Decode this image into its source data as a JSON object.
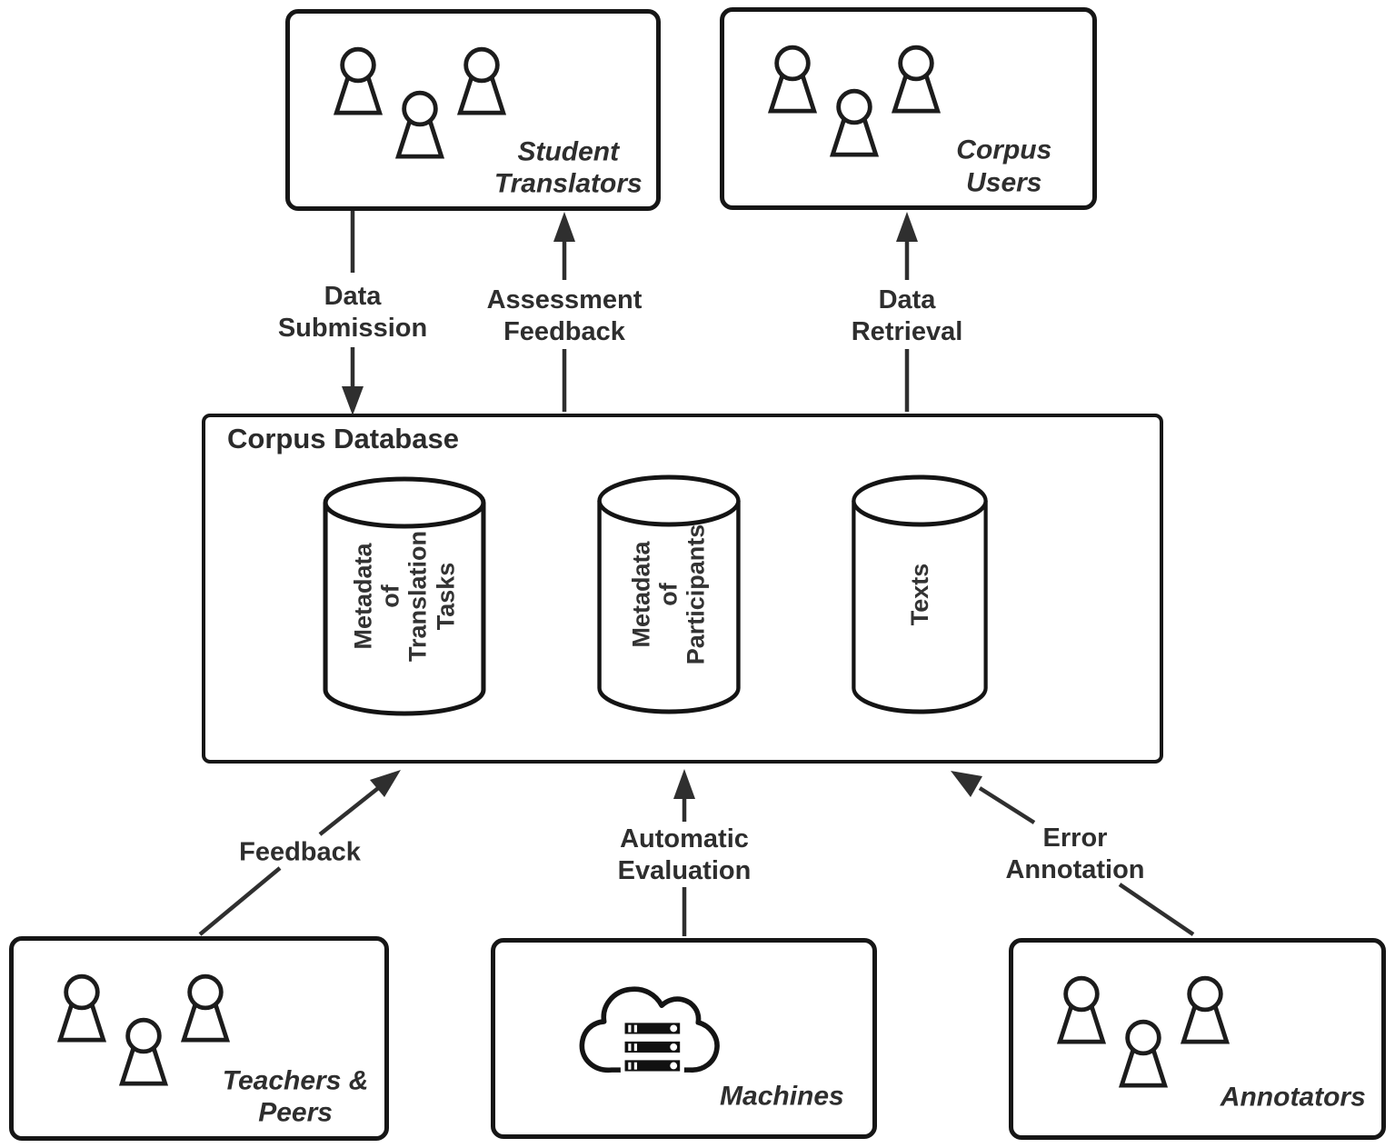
{
  "entities": {
    "student_translators": {
      "label": "Student\nTranslators",
      "icon": "people-group-icon"
    },
    "corpus_users": {
      "label": "Corpus\nUsers",
      "icon": "people-group-icon"
    },
    "teachers_peers": {
      "label": "Teachers &\nPeers",
      "icon": "people-group-icon"
    },
    "machines": {
      "label": "Machines",
      "icon": "cloud-servers-icon"
    },
    "annotators": {
      "label": "Annotators",
      "icon": "people-group-icon"
    }
  },
  "database": {
    "title": "Corpus Database",
    "cylinders": [
      {
        "label": "Metadata\nof\nTranslation\nTasks",
        "icon": "database-cylinder-icon"
      },
      {
        "label": "Metadata\nof\nParticipants",
        "icon": "database-cylinder-icon"
      },
      {
        "label": "Texts",
        "icon": "database-cylinder-icon"
      }
    ]
  },
  "arrows": {
    "data_submission": {
      "label": "Data\nSubmission",
      "from": "student_translators",
      "to": "corpus_database",
      "direction": "down"
    },
    "assessment_feedback": {
      "label": "Assessment\nFeedback",
      "from": "corpus_database",
      "to": "student_translators",
      "direction": "up"
    },
    "data_retrieval": {
      "label": "Data\nRetrieval",
      "from": "corpus_database",
      "to": "corpus_users",
      "direction": "up"
    },
    "feedback": {
      "label": "Feedback",
      "from": "teachers_peers",
      "to": "corpus_database",
      "direction": "up-right"
    },
    "automatic_evaluation": {
      "label": "Automatic\nEvaluation",
      "from": "machines",
      "to": "corpus_database",
      "direction": "up"
    },
    "error_annotation": {
      "label": "Error\nAnnotation",
      "from": "annotators",
      "to": "corpus_database",
      "direction": "up-left"
    }
  },
  "colors": {
    "box_border": "#161616",
    "arrow": "#2f2f2f",
    "text": "#2e2e2e",
    "background": "#ffffff"
  }
}
